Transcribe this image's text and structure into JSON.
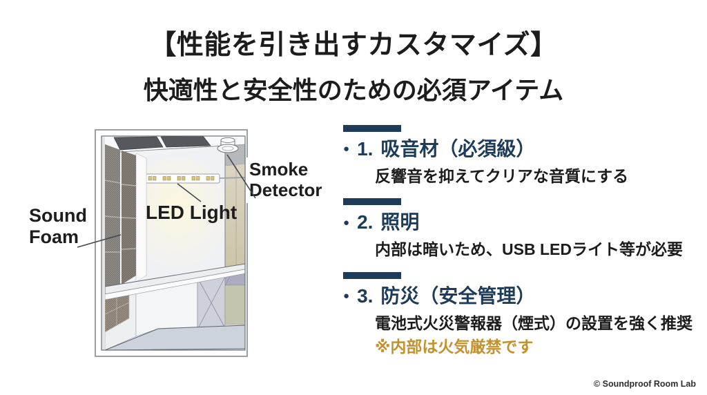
{
  "slide": {
    "title_line1": "【性能を引き出すカスタマイズ】",
    "title_line2": "快適性と安全性のための必須アイテム",
    "accent_color": "#1e3c5a",
    "warning_color": "#c2922f"
  },
  "figure": {
    "labels": {
      "sound_foam_line1": "Sound",
      "sound_foam_line2": "Foam",
      "led_light": "LED Light",
      "smoke_detector_line1": "Smoke",
      "smoke_detector_line2": "Detector"
    }
  },
  "items": [
    {
      "bullet": "●",
      "number": "1.",
      "heading": "吸音材（必須級）",
      "description": "反響音を抑えてクリアな音質にする"
    },
    {
      "bullet": "●",
      "number": "2.",
      "heading": "照明",
      "description": "内部は暗いため、USB LEDライト等が必要"
    },
    {
      "bullet": "●",
      "number": "3.",
      "heading": "防災（安全管理）",
      "description": "電池式火災警報器（煙式）の設置を強く推奨",
      "note": "※内部は火気厳禁です"
    }
  ],
  "footer": {
    "copyright": "© Soundproof Room Lab"
  }
}
